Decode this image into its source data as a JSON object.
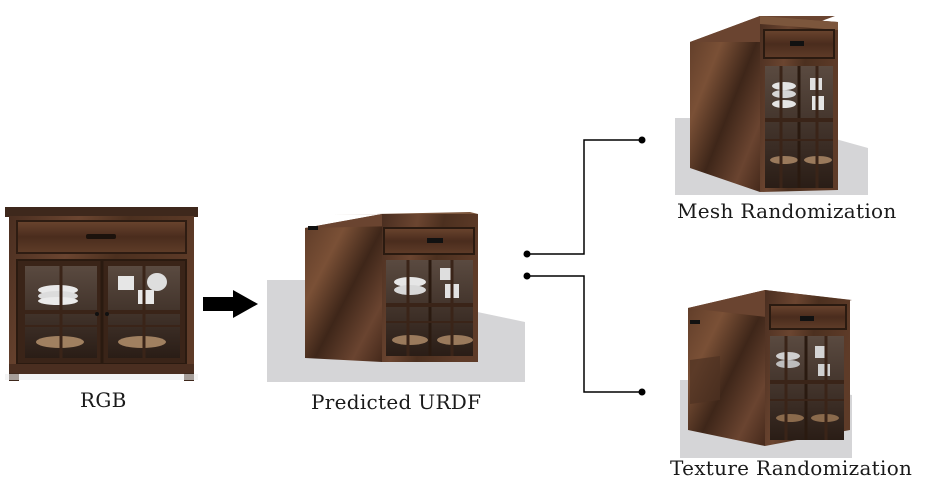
{
  "captions": {
    "rgb": "RGB",
    "predicted": "Predicted URDF",
    "mesh": "Mesh Randomization",
    "texture": "Texture Randomization"
  },
  "colors": {
    "wood_dark": "#3b2418",
    "wood_mid": "#5a3826",
    "wood_light": "#7a5238",
    "shadow": "#d4d4d6",
    "connector": "#000000"
  }
}
